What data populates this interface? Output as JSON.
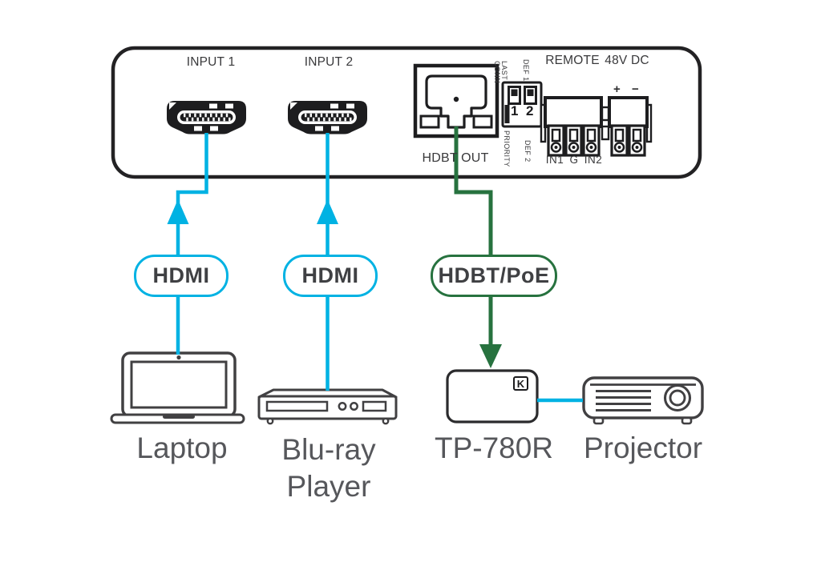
{
  "colors": {
    "accent_cyan": "#00b2e3",
    "accent_green": "#27723f",
    "icon_stroke": "#414042",
    "panel_stroke": "#232224",
    "device_label_gray": "#56575b"
  },
  "panel": {
    "input1_label": "INPUT 1",
    "input2_label": "INPUT 2",
    "hdbt_out_label": "HDBT OUT",
    "remote_label": "REMOTE",
    "power_label": "48V DC",
    "plus_label": "+",
    "minus_label": "−",
    "terminal_pins_label": "IN1 G IN2",
    "dip": {
      "label_conn": "CONN",
      "label_last": "LAST",
      "label_def1": "DEF 1",
      "label_priority": "PRIORITY",
      "label_def2": "DEF 2",
      "switch_numbers": [
        "1",
        "2"
      ]
    }
  },
  "connections": {
    "hdmi1_label": "HDMI",
    "hdmi2_label": "HDMI",
    "hdbt_label": "HDBT/PoE"
  },
  "devices": {
    "laptop_label": "Laptop",
    "bluray_label_line1": "Blu-ray",
    "bluray_label_line2": "Player",
    "receiver_label": "TP-780R",
    "receiver_logo": "K",
    "projector_label": "Projector"
  }
}
